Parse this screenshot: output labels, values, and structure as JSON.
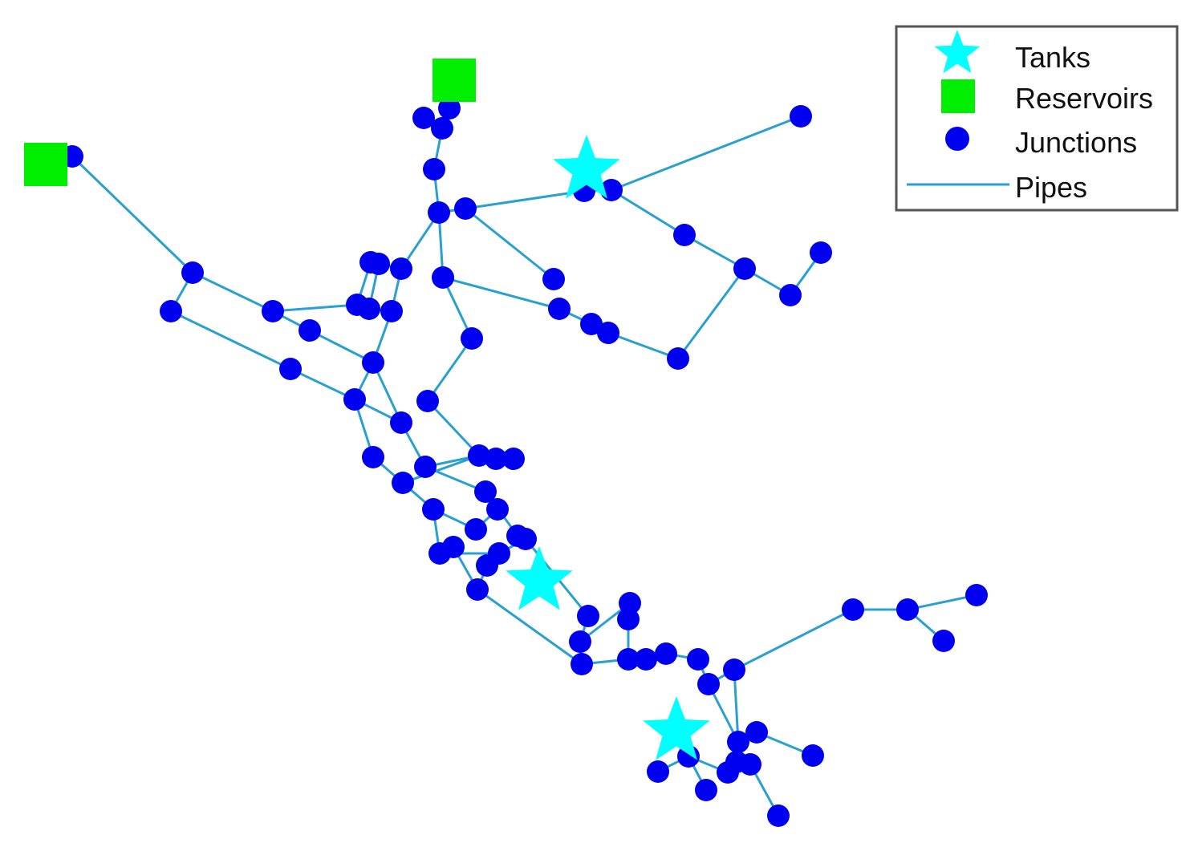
{
  "colors": {
    "pipes": "#2aa0d0",
    "junctions": "#0000f0",
    "reservoirs": "#00ee00",
    "tanks": "#00ffff",
    "legend_border": "#555555"
  },
  "legend": {
    "placement": "top-right",
    "items": [
      {
        "label": "Tanks",
        "symbol": "star"
      },
      {
        "label": "Reservoirs",
        "symbol": "square"
      },
      {
        "label": "Junctions",
        "symbol": "circle"
      },
      {
        "label": "Pipes",
        "symbol": "line"
      }
    ]
  },
  "network": {
    "reservoir_count": 2,
    "tank_count": 3
  }
}
